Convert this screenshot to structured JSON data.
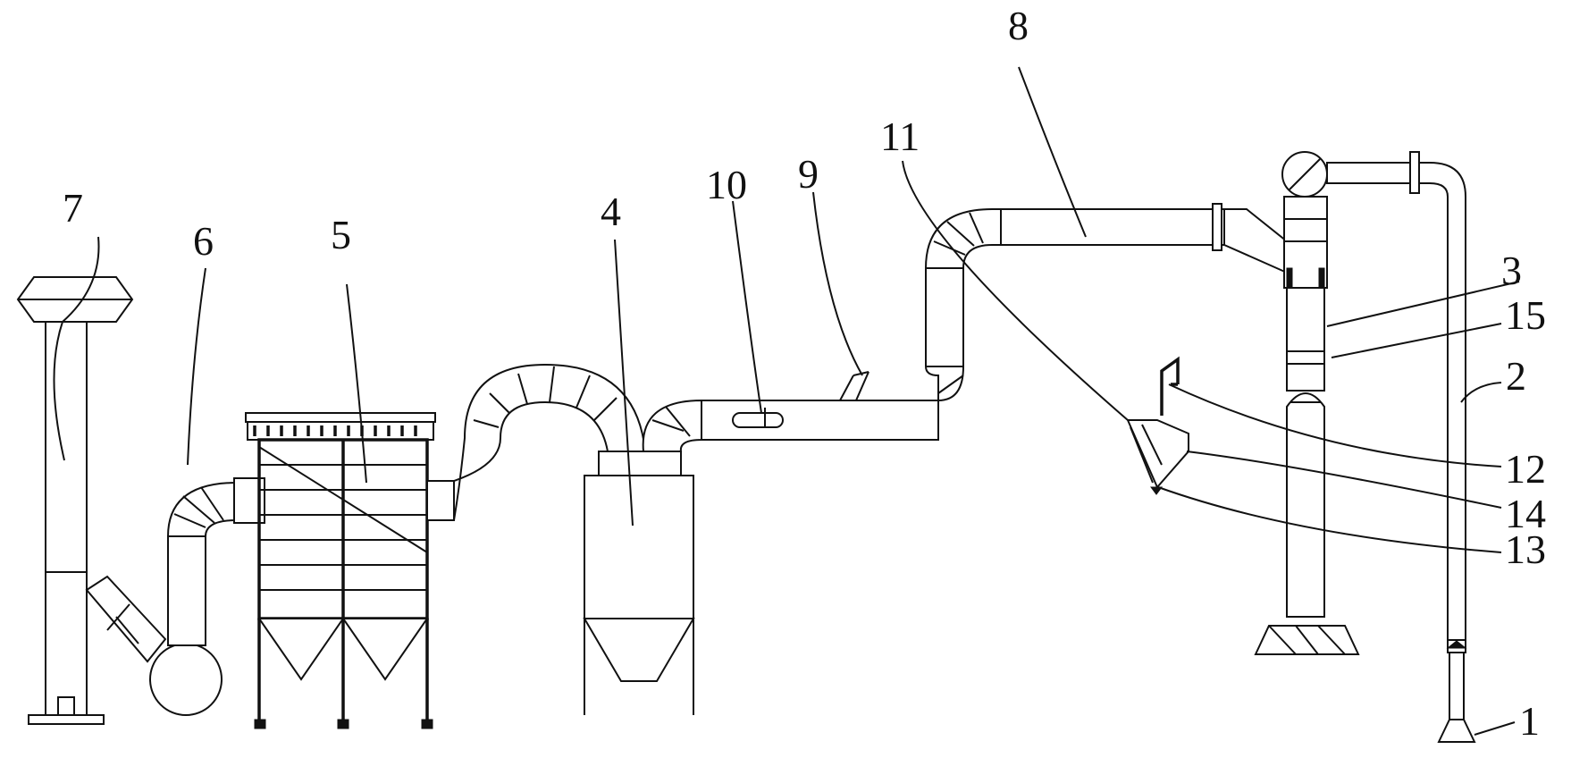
{
  "diagram": {
    "callouts": [
      {
        "id": "label-1",
        "text": "1"
      },
      {
        "id": "label-2",
        "text": "2"
      },
      {
        "id": "label-3",
        "text": "3"
      },
      {
        "id": "label-4",
        "text": "4"
      },
      {
        "id": "label-5",
        "text": "5"
      },
      {
        "id": "label-6",
        "text": "6"
      },
      {
        "id": "label-7",
        "text": "7"
      },
      {
        "id": "label-8",
        "text": "8"
      },
      {
        "id": "label-9",
        "text": "9"
      },
      {
        "id": "label-10",
        "text": "10"
      },
      {
        "id": "label-11",
        "text": "11"
      },
      {
        "id": "label-12",
        "text": "12"
      },
      {
        "id": "label-13",
        "text": "13"
      },
      {
        "id": "label-14",
        "text": "14"
      },
      {
        "id": "label-15",
        "text": "15"
      }
    ],
    "colors": {
      "line": "#111111",
      "background": "#ffffff"
    }
  }
}
